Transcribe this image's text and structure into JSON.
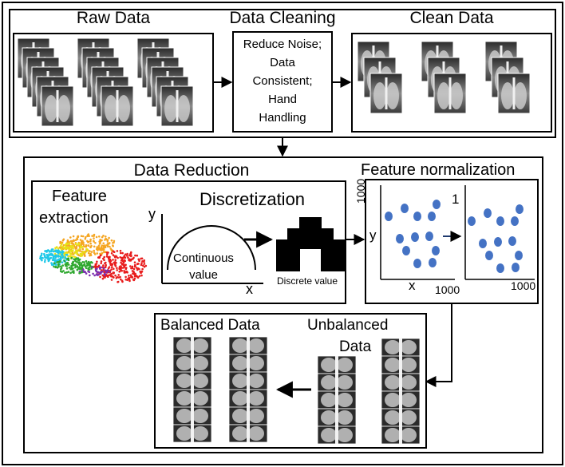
{
  "stages": {
    "raw": {
      "title": "Raw Data"
    },
    "cleaning": {
      "title": "Data Cleaning",
      "steps": [
        "Reduce Noise;",
        "Data",
        "Consistent;",
        "Hand",
        "Handling"
      ]
    },
    "clean": {
      "title": "Clean Data"
    },
    "reduction": {
      "title": "Data Reduction",
      "feature_extraction": [
        "Feature",
        "extraction"
      ],
      "discretization": "Discretization",
      "continuous_value": [
        "Continuous",
        "value"
      ],
      "discrete_value": "Discrete value",
      "axis_x": "x",
      "axis_y": "y"
    },
    "normalization": {
      "title": "Feature normalization",
      "left_ymax": "1000",
      "left_xmax": "1000",
      "left_xlabel": "x",
      "left_ylabel": "y",
      "right_ymax": "1",
      "right_xmax": "1000"
    },
    "balanced": {
      "title": "Balanced Data"
    },
    "unbalanced": {
      "title": [
        "Unbalanced",
        "Data"
      ]
    }
  },
  "colors": {
    "line": "#000000",
    "dot": "#4472c4",
    "scatter": [
      "#f5a623",
      "#e8e016",
      "#1fc8e8",
      "#2fa82f",
      "#e81c1c",
      "#7d2fb0"
    ],
    "xray_dark": "#1a1a1a",
    "xray_light": "#dcdcdc"
  }
}
